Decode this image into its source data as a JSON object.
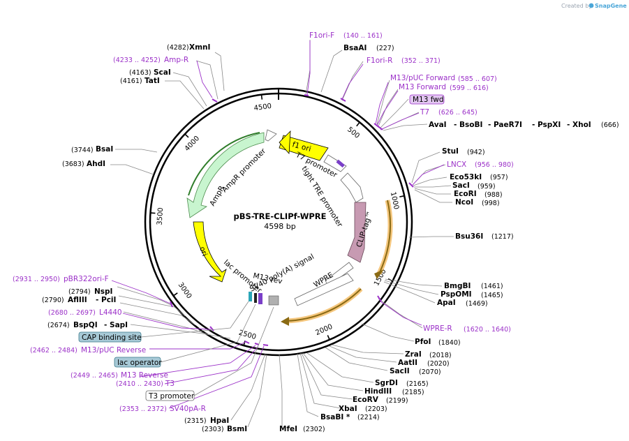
{
  "credit": {
    "prefix": "Created by",
    "brand": "SnapGene"
  },
  "plasmid": {
    "name": "pBS-TRE-CLIPf-WPRE",
    "size": "4598 bp"
  },
  "ticks": [
    "500",
    "1000",
    "1500",
    "2000",
    "2500",
    "3000",
    "3500",
    "4000",
    "4500"
  ],
  "features": {
    "f1ori": "f1 ori",
    "t7promoter": "T7 promoter",
    "tightTRE": "tight TRE promoter",
    "clip": "CLIP-tag™",
    "sv40": "SV40 poly(A) signal",
    "wpre": "WPRE",
    "m13rev": "M13 rev",
    "lac": "lac promoter",
    "ori": "ori",
    "ampR": "AmpR",
    "ampRpromoter": "AmpR promoter"
  },
  "sites": {
    "xmnI": {
      "pos": "(4282)",
      "name": "XmnI"
    },
    "ampRprimer": {
      "pos": "(4233 .. 4252)",
      "name": "Amp-R"
    },
    "scaI": {
      "pos": "(4163)",
      "name": "ScaI"
    },
    "tatI": {
      "pos": "(4161)",
      "name": "TatI"
    },
    "f1oriF": {
      "name": "F1ori-F",
      "pos": "(140 .. 161)"
    },
    "bsaAI": {
      "name": "BsaAI",
      "pos": "(227)"
    },
    "f1oriR": {
      "name": "F1ori-R",
      "pos": "(352 .. 371)"
    },
    "m13pucFwd": {
      "name": "M13/pUC Forward",
      "pos": "(585 .. 607)"
    },
    "m13Fwd": {
      "name": "M13 Forward",
      "pos": "(599 .. 616)"
    },
    "m13fwdBox": {
      "name": "M13 fwd"
    },
    "t7": {
      "name": "T7",
      "pos": "(626 .. 645)"
    },
    "avaI": {
      "name": "AvaI",
      "sep1": "- BsoBI",
      "sep2": "- PaeR7I",
      "sep3": "- PspXI",
      "sep4": "- XhoI",
      "pos": "(666)"
    },
    "stuI": {
      "name": "StuI",
      "pos": "(942)"
    },
    "lncx": {
      "name": "LNCX",
      "pos": "(956 .. 980)"
    },
    "eco53kI": {
      "name": "Eco53kI",
      "pos": "(957)"
    },
    "sacI": {
      "name": "SacI",
      "pos": "(959)"
    },
    "ecoRI": {
      "name": "EcoRI",
      "pos": "(988)"
    },
    "ncoI": {
      "name": "NcoI",
      "pos": "(998)"
    },
    "bsu36I": {
      "name": "Bsu36I",
      "pos": "(1217)"
    },
    "bsaI": {
      "pos": "(3744)",
      "name": "BsaI"
    },
    "ahdI": {
      "pos": "(3683)",
      "name": "AhdI"
    },
    "bmgBI": {
      "name": "BmgBI",
      "pos": "(1461)"
    },
    "pspOMI": {
      "name": "PspOMI",
      "pos": "(1465)"
    },
    "apaI": {
      "name": "ApaI",
      "pos": "(1469)"
    },
    "wpreR": {
      "name": "WPRE-R",
      "pos": "(1620 .. 1640)"
    },
    "pfoI": {
      "name": "PfoI",
      "pos": "(1840)"
    },
    "zraI": {
      "name": "ZraI",
      "pos": "(2018)"
    },
    "aatII": {
      "name": "AatII",
      "pos": "(2020)"
    },
    "sacII": {
      "name": "SacII",
      "pos": "(2070)"
    },
    "sgrDI": {
      "name": "SgrDI",
      "pos": "(2165)"
    },
    "hindIII": {
      "name": "HindIII",
      "pos": "(2185)"
    },
    "ecoRV": {
      "name": "EcoRV",
      "pos": "(2199)"
    },
    "xbaI": {
      "name": "XbaI",
      "pos": "(2203)"
    },
    "bsaBI": {
      "name": "BsaBI *",
      "pos": "(2214)"
    },
    "pbr322": {
      "pos": "(2931 .. 2950)",
      "name": "pBR322ori-F"
    },
    "nspI": {
      "pos": "(2794)",
      "name": "NspI"
    },
    "aflIII": {
      "pos": "(2790)",
      "name": "AflIII",
      "sep": "- PciI"
    },
    "l4440": {
      "pos": "(2680 .. 2697)",
      "name": "L4440"
    },
    "bspQI": {
      "pos": "(2674)",
      "name": "BspQI",
      "sep": "- SapI"
    },
    "cap": {
      "name": "CAP binding site"
    },
    "m13pucRev": {
      "pos": "(2462 .. 2484)",
      "name": "M13/pUC Reverse"
    },
    "lacOp": {
      "name": "lac operator"
    },
    "m13Rev": {
      "pos": "(2449 .. 2465)",
      "name": "M13 Reverse"
    },
    "t3": {
      "pos": "(2410 .. 2430)",
      "name": "T3"
    },
    "t3promoter": {
      "name": "T3 promoter"
    },
    "sv40paR": {
      "pos": "(2353 .. 2372)",
      "name": "SV40pA-R"
    },
    "hpaI": {
      "pos": "(2315)",
      "name": "HpaI"
    },
    "bsmI": {
      "pos": "(2303)",
      "name": "BsmI"
    },
    "mfeI": {
      "name": "MfeI",
      "pos": "(2302)"
    }
  },
  "colors": {
    "purple": "#9b30c8",
    "ampR": "#c8f5cf",
    "ori": "#ffff00",
    "clip": "#c79ab2",
    "cap": "#a7c9d6",
    "m13fwd": "#e3c7f2"
  }
}
